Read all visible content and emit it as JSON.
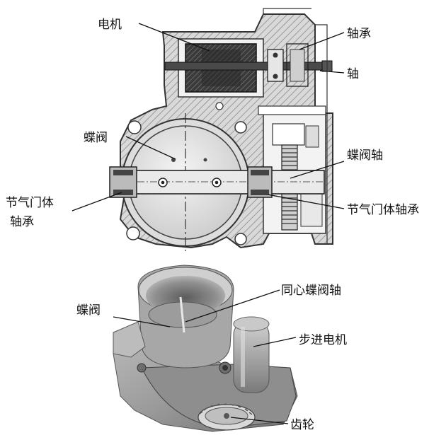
{
  "figure": {
    "top_section": {
      "labels": {
        "motor": "电机",
        "bearing": "轴承",
        "shaft": "轴",
        "butterfly_valve": "蝶阀",
        "butterfly_valve_shaft": "蝶阀轴",
        "throttle_body_bearing_left_line1": "节气门体",
        "throttle_body_bearing_left_line2": "轴承",
        "throttle_body_bearing_right": "节气门体轴承"
      }
    },
    "bottom_section": {
      "labels": {
        "concentric_valve_shaft": "同心蝶阀轴",
        "butterfly_valve": "蝶阀",
        "stepper_motor": "步进电机",
        "gear": "齿轮"
      }
    }
  }
}
